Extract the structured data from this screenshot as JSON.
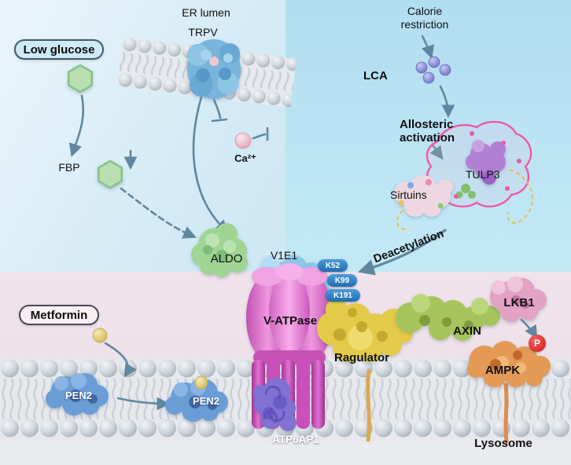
{
  "figure": {
    "type": "lysosomal AMPK activation pathway diagram",
    "compartments": {
      "er_lumen": "ER lumen",
      "lysosome": "Lysosome"
    },
    "glucose_axis": {
      "low_glucose": "Low glucose",
      "fbp": "FBP",
      "aldo": "ALDO",
      "trpv": "TRPV",
      "calcium": "Ca²⁺"
    },
    "metformin_axis": {
      "metformin": "Metformin",
      "pen2_free": "PEN2",
      "pen2_bound": "PEN2",
      "atp6ap1": "ATP6AP1"
    },
    "lca_axis": {
      "calorie_restriction": "Calorie restriction",
      "lca": "LCA",
      "allosteric_activation": "Allosteric activation",
      "tulp3": "TULP3",
      "sirtuins": "Sirtuins",
      "deacetylation": "Deacetylation"
    },
    "v_atpase": {
      "name": "V-ATPase",
      "v1e1": "V1E1",
      "lysines": [
        "K52",
        "K99",
        "K191"
      ]
    },
    "ampk_module": {
      "ragulator": "Ragulator",
      "axin": "AXIN",
      "lkb1": "LKB1",
      "ampk": "AMPK",
      "phosphate": "P"
    },
    "relations": [
      {
        "from": "Low glucose",
        "to": "FBP",
        "kind": "arrow"
      },
      {
        "from": "FBP",
        "to": "ALDO",
        "kind": "dashed-arrow"
      },
      {
        "from": "TRPV",
        "to": "Ca²⁺",
        "kind": "inhibition"
      },
      {
        "from": "Ca²⁺",
        "to": "TRPV-ALDO axis",
        "kind": "inhibition"
      },
      {
        "from": "TRPV",
        "to": "ALDO",
        "kind": "arrow"
      },
      {
        "from": "Calorie restriction",
        "to": "LCA",
        "kind": "arrow"
      },
      {
        "from": "LCA",
        "to": "Allosteric activation",
        "kind": "arrow"
      },
      {
        "from": "Sirtuins",
        "to": "V1E1 K52/K99/K191",
        "kind": "arrow",
        "label": "Deacetylation"
      },
      {
        "from": "Metformin",
        "to": "PEN2",
        "kind": "arrow"
      },
      {
        "from": "PEN2",
        "to": "PEN2 at ATP6AP1",
        "kind": "arrow"
      },
      {
        "from": "LKB1",
        "to": "AMPK",
        "kind": "phosphorylation"
      }
    ],
    "colors": {
      "cytosol_left": "#d5ebf6",
      "cytosol_right": "#b2def1",
      "cytosol_bottom": "#f1e3ec",
      "membrane_gray": "#d2d8df",
      "trpv_blue": "#79b4dc",
      "aldo_green": "#9fd494",
      "v1e1_blue": "#8ec6ea",
      "lysine_badge_blue": "#2a7cc0",
      "v_atpase_pink": "#e27fd2",
      "atp6ap1_purple": "#8071d2",
      "pen2_blue": "#6b9cd6",
      "ragulator_yellow": "#e3cb4a",
      "axin_green": "#a6c45c",
      "lkb1_pink": "#e2a2c4",
      "ampk_orange": "#e49955",
      "lca_purple": "#8a8ad8",
      "metformin_yellow": "#e6d486",
      "calcium_pink": "#e8b0c0",
      "phosphate_red": "#d92020",
      "arrow_blue_gray": "#5f87a0"
    }
  }
}
